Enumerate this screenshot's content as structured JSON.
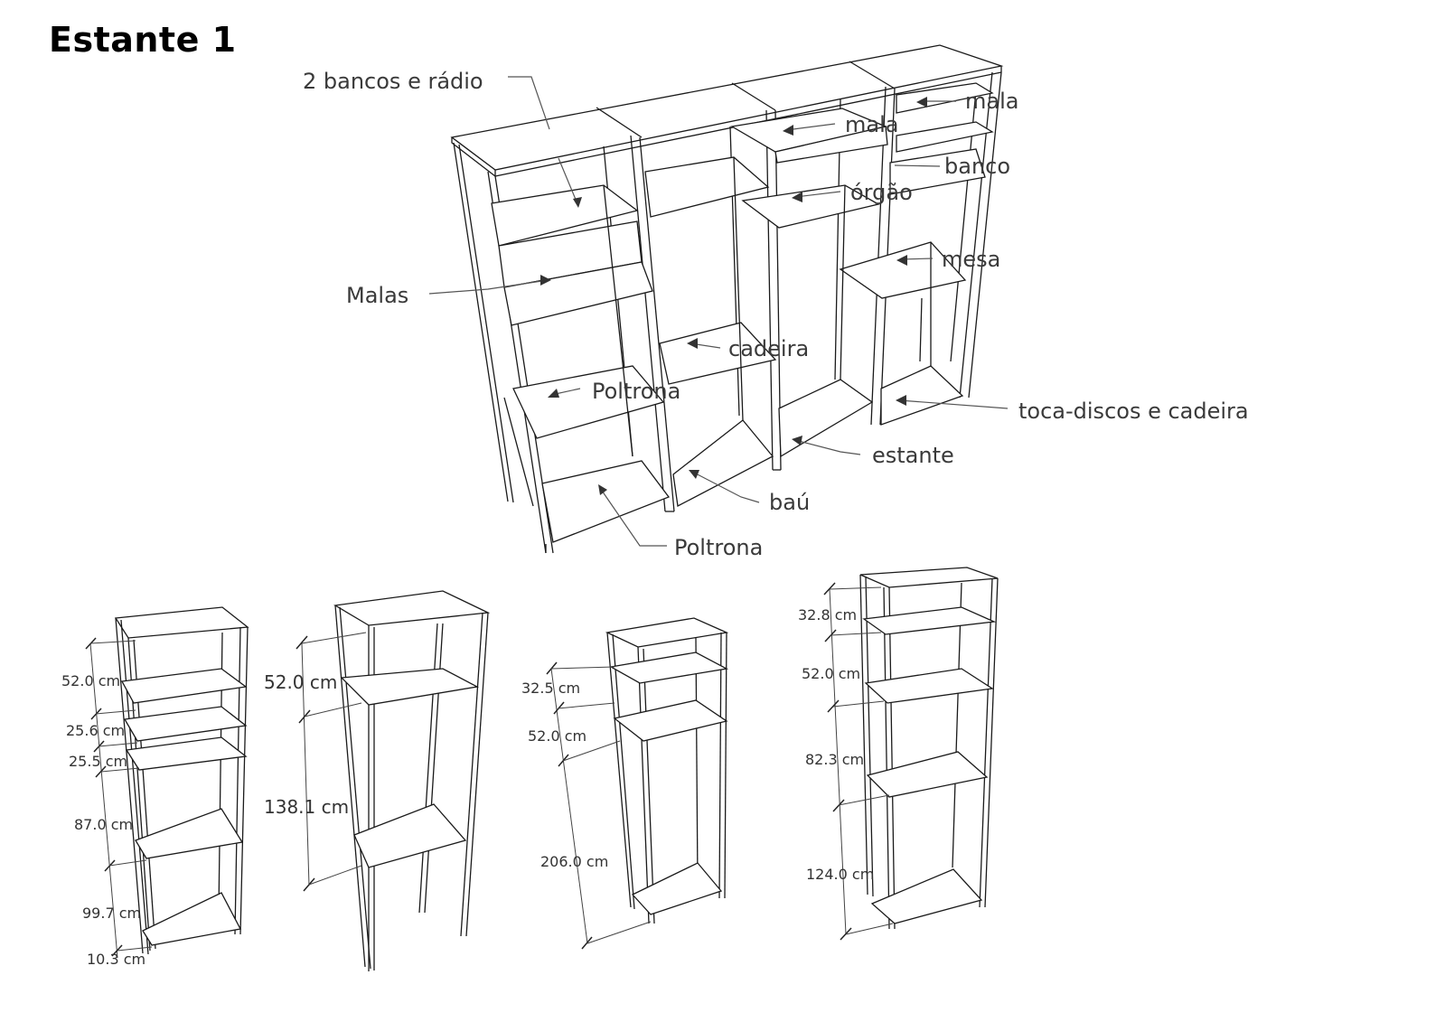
{
  "title": "Estante 1",
  "labels": {
    "bancos_radio": "2 bancos e rádio",
    "mala_top": "mala",
    "mala": "mala",
    "banco": "banco",
    "orgao": "órgão",
    "mesa": "mesa",
    "malas": "Malas",
    "cadeira": "cadeira",
    "poltrona_mid": "Poltrona",
    "toca_discos": "toca-discos e cadeira",
    "estante": "estante",
    "bau": "baú",
    "poltrona_bottom": "Poltrona"
  },
  "modules": [
    {
      "name": "module-1",
      "dimensions": [
        "52.0 cm",
        "25.6 cm",
        "25.5 cm",
        "87.0 cm",
        "99.7 cm",
        "10.3 cm"
      ]
    },
    {
      "name": "module-2",
      "dimensions": [
        "52.0 cm",
        "138.1 cm"
      ]
    },
    {
      "name": "module-3",
      "dimensions": [
        "32.5 cm",
        "52.0 cm",
        "206.0 cm"
      ]
    },
    {
      "name": "module-4",
      "dimensions": [
        "32.8 cm",
        "52.0 cm",
        "82.3 cm",
        "124.0 cm"
      ]
    }
  ]
}
